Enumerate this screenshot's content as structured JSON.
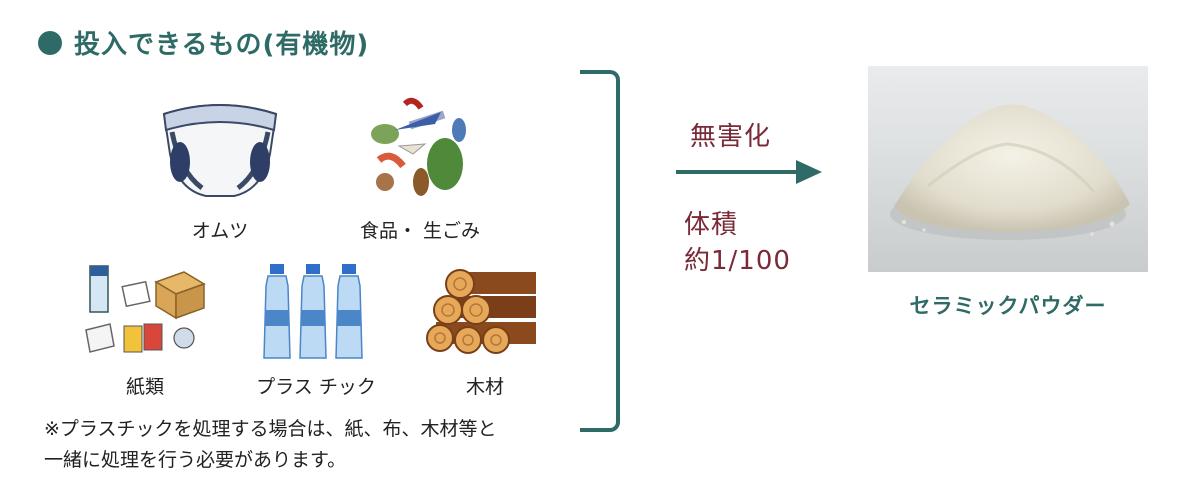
{
  "heading": {
    "text": "投入できるもの(有機物)"
  },
  "items": [
    {
      "label": "オムツ",
      "icon": "diaper-icon"
    },
    {
      "label": "食品・ 生ごみ",
      "icon": "food-waste-icon"
    },
    {
      "label": "紙類",
      "icon": "paper-icon"
    },
    {
      "label": "プラス チック",
      "icon": "plastic-bottles-icon"
    },
    {
      "label": "木材",
      "icon": "wood-logs-icon"
    }
  ],
  "note": {
    "line1": "※プラスチックを処理する場合は、紙、布、木材等と",
    "line2": "一緒に処理を行う必要があります。"
  },
  "process": {
    "label": "無害化",
    "volume_line1": "体積",
    "volume_line2": "約1/100"
  },
  "result": {
    "label": "セラミックパウダー",
    "image": "ceramic-powder-photo"
  },
  "colors": {
    "teal": "#2f6b66",
    "maroon": "#7a2a36"
  }
}
